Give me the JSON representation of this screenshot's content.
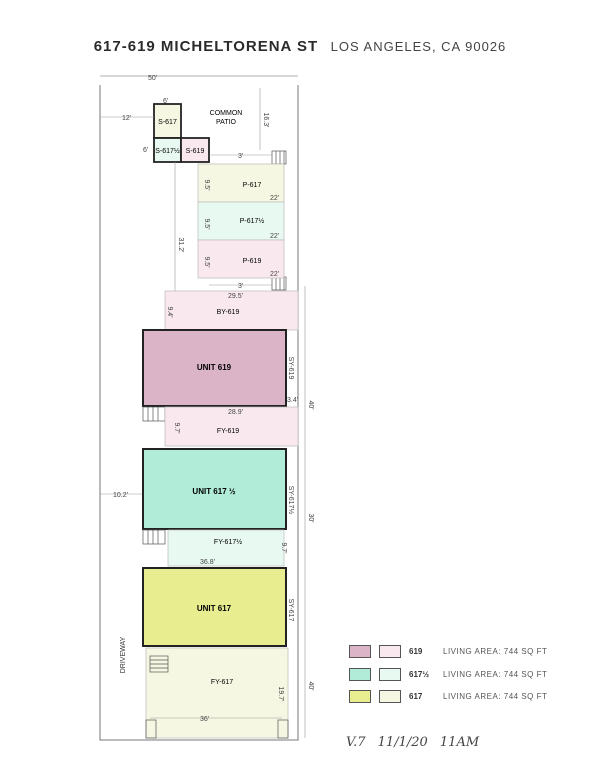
{
  "header": {
    "street": "617-619 MICHELTORENA ST",
    "city": "LOS ANGELES, CA 90026"
  },
  "version": "V.7  11/1/20  11AM",
  "units": [
    {
      "label": "UNIT 619",
      "color": "#dbb4c8",
      "light": "#f9e9ee"
    },
    {
      "label": "UNIT 617 ½",
      "color": "#b0ecd7",
      "light": "#e8f9f1"
    },
    {
      "label": "UNIT 617",
      "color": "#e8ed8f",
      "light": "#f6f7e2"
    }
  ],
  "storage": {
    "s617": "S-617",
    "s617h": "S-617½",
    "s619": "S-619"
  },
  "patio": "COMMON PATIO",
  "parking": [
    "P-617",
    "P-617½",
    "P-619"
  ],
  "yards": {
    "by619": "BY-619",
    "fy619": "FY-619",
    "fy617h": "FY-617½",
    "fy617": "FY-617"
  },
  "side_yards": {
    "sy619": "SY-619",
    "sy617h": "SY-617½",
    "sy617": "SY-617"
  },
  "driveway": "DRIVEWAY",
  "dims": {
    "lot_width": "50'",
    "d12": "12'",
    "d6a": "6'",
    "d6b": "6'",
    "d163": "16.3'",
    "d3a": "3'",
    "d3b": "3'",
    "d95a": "9.5'",
    "d95b": "9.5'",
    "d95c": "9.5'",
    "d22a": "22'",
    "d22b": "22'",
    "d22c": "22'",
    "d312": "31.2'",
    "d295": "29.5'",
    "d94": "9.4'",
    "d40a": "40'",
    "d34": "3.4'",
    "d289": "28.9'",
    "d97a": "9.7'",
    "d102": "10.2'",
    "d30": "30'",
    "d97b": "9.7'",
    "d368": "36.8'",
    "d40b": "40'",
    "d197": "19.7'",
    "d36": "36'"
  },
  "legend": [
    {
      "code": "619",
      "area": "LIVING AREA:  744 SQ FT",
      "dark": "#dbb4c8",
      "light": "#f9e9ee"
    },
    {
      "code": "617½",
      "area": "LIVING AREA: 744 SQ FT",
      "dark": "#b0ecd7",
      "light": "#e8f9f1"
    },
    {
      "code": "617",
      "area": "LIVING AREA:  744 SQ FT",
      "dark": "#e8ed8f",
      "light": "#f6f7e2"
    }
  ]
}
